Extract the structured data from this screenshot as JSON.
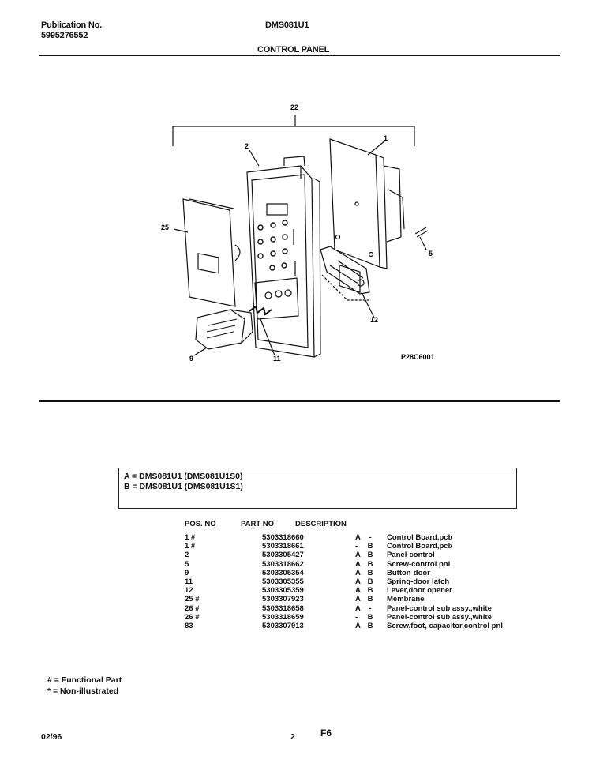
{
  "header": {
    "publication_label": "Publication No.",
    "publication_number": "5995276552",
    "model": "DMS081U1",
    "section_title": "CONTROL PANEL"
  },
  "diagram": {
    "callouts": {
      "c22": "22",
      "c2": "2",
      "c1": "1",
      "c25": "25",
      "c5": "5",
      "c12": "12",
      "c9": "9",
      "c11": "11"
    },
    "figure_code": "P28C6001"
  },
  "model_codes": {
    "line_a": "A = DMS081U1 (DMS081U1S0)",
    "line_b": "B = DMS081U1 (DMS081U1S1)"
  },
  "parts_table": {
    "headers": {
      "pos": "POS. NO",
      "part": "PART NO",
      "desc": "DESCRIPTION"
    },
    "rows": [
      {
        "pos": "1 #",
        "part": "5303318660",
        "a": "A",
        "b": "-",
        "desc": "Control Board,pcb"
      },
      {
        "pos": "1 #",
        "part": "5303318661",
        "a": "-",
        "b": "B",
        "desc": "Control Board,pcb"
      },
      {
        "pos": "2",
        "part": "5303305427",
        "a": "A",
        "b": "B",
        "desc": "Panel-control"
      },
      {
        "pos": "5",
        "part": "5303318662",
        "a": "A",
        "b": "B",
        "desc": "Screw-control pnl"
      },
      {
        "pos": "9",
        "part": "5303305354",
        "a": "A",
        "b": "B",
        "desc": "Button-door"
      },
      {
        "pos": "11",
        "part": "5303305355",
        "a": "A",
        "b": "B",
        "desc": "Spring-door latch"
      },
      {
        "pos": "12",
        "part": "5303305359",
        "a": "A",
        "b": "B",
        "desc": "Lever,door opener"
      },
      {
        "pos": "25 #",
        "part": "5303307923",
        "a": "A",
        "b": "B",
        "desc": "Membrane"
      },
      {
        "pos": "26 #",
        "part": "5303318658",
        "a": "A",
        "b": "-",
        "desc": "Panel-control sub assy.,white"
      },
      {
        "pos": "26 #",
        "part": "5303318659",
        "a": "-",
        "b": "B",
        "desc": "Panel-control sub assy.,white"
      },
      {
        "pos": "83",
        "part": "5303307913",
        "a": "A",
        "b": "B",
        "desc": "Screw,foot, capacitor,control pnl"
      }
    ]
  },
  "legend": {
    "functional": "# = Functional Part",
    "non_illustrated": "* = Non-illustrated"
  },
  "footer": {
    "date": "02/96",
    "page": "2",
    "code": "F6"
  }
}
